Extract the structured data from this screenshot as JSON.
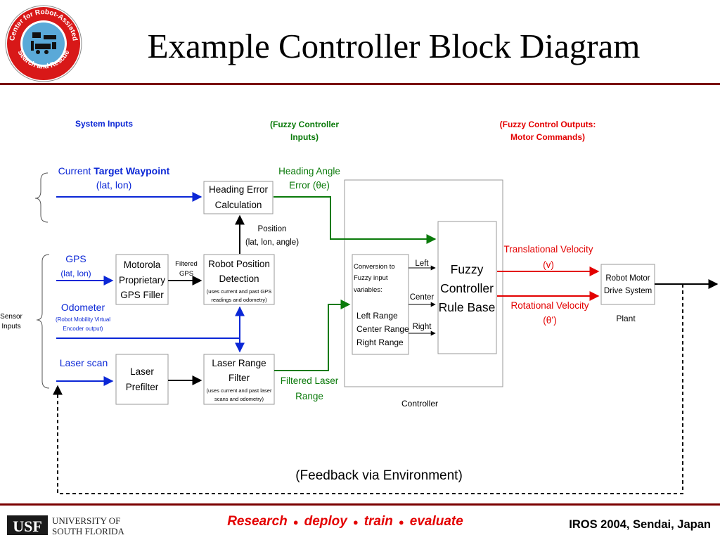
{
  "slide": {
    "title": "Example Controller Block Diagram",
    "logo_text": [
      "Center for Robot-Assisted",
      "Search and Rescue"
    ]
  },
  "headers": {
    "system_inputs": "System Inputs",
    "fuzzy_inputs": [
      "(Fuzzy Controller",
      "Inputs)"
    ],
    "fuzzy_outputs": [
      "(Fuzzy Control Outputs:",
      "Motor Commands)"
    ]
  },
  "inputs": {
    "target_waypoint": {
      "prefix": "Current ",
      "bold": "Target Waypoint",
      "sub": "(lat, lon)"
    },
    "gps": {
      "label": "GPS",
      "sub": "(lat, lon)"
    },
    "odometer": {
      "label": "Odometer",
      "sub": [
        "(Robot Mobility Virtual",
        "Encoder output)"
      ]
    },
    "laser_scan": "Laser scan",
    "sensor_inputs": [
      "Sensor",
      "Inputs"
    ]
  },
  "blocks": {
    "heading_error": [
      "Heading Error",
      "Calculation"
    ],
    "gps_filter": [
      "Motorola",
      "Proprietary",
      "GPS Filler"
    ],
    "robot_position": {
      "title": [
        "Robot Position",
        "Detection"
      ],
      "note": [
        "(uses current and past GPS",
        "readings and odometry)"
      ]
    },
    "laser_prefilter": [
      "Laser",
      "Prefilter"
    ],
    "laser_range": {
      "title": [
        "Laser Range",
        "Filter"
      ],
      "note": [
        "(uses current and past laser",
        "scans and odometry)"
      ]
    },
    "conversion": {
      "title": [
        "Conversion to",
        "Fuzzy  input",
        "variables:"
      ],
      "items": [
        "Left Range",
        "Center Range",
        "Right Range"
      ]
    },
    "fuzzy": [
      "Fuzzy",
      "Controller",
      "Rule Base"
    ],
    "motor": [
      "Robot Motor",
      "Drive System"
    ]
  },
  "labels": {
    "filtered_gps": [
      "Filtered",
      "GPS"
    ],
    "position": [
      "Position",
      "(lat, lon, angle)"
    ],
    "heading_angle": [
      "Heading Angle",
      "Error (θe)"
    ],
    "filtered_laser": [
      "Filtered Laser",
      "Range"
    ],
    "left": "Left",
    "center": "Center",
    "right": "Right",
    "controller": "Controller",
    "translational": [
      "Translational Velocity",
      "(v)"
    ],
    "rotational": [
      "Rotational Velocity",
      "(θ’)"
    ],
    "plant": "Plant",
    "feedback": "(Feedback via Environment)"
  },
  "footer": {
    "usf": "USF",
    "university": [
      "UNIVERSITY OF",
      "SOUTH FLORIDA"
    ],
    "tagline": [
      "Research",
      "deploy",
      "train",
      "evaluate"
    ],
    "bullet": "●",
    "conference": "IROS 2004, Sendai, Japan"
  },
  "colors": {
    "red": "#e30000",
    "green": "#0a7a0a",
    "blue": "#0b27d6",
    "rule": "#7a0000"
  }
}
